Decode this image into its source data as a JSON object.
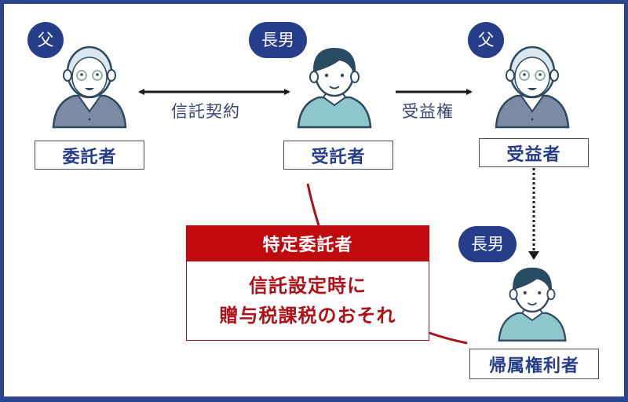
{
  "diagram": {
    "title": "特定委託者 diagram",
    "colors": {
      "frame": "#2b4593",
      "badge": "#263d8a",
      "role_text": "#263d8a",
      "arrow_label": "#3a4377",
      "warning_header": "#c10a0f",
      "warning_text": "#b01018",
      "connector": "#a3141c"
    },
    "nodes": [
      {
        "id": "settlor",
        "badge": "父",
        "badge_shape": "circle",
        "figure": "elderly-man",
        "role": "委託者"
      },
      {
        "id": "trustee",
        "badge": "長男",
        "badge_shape": "pill",
        "figure": "young-man",
        "role": "受託者"
      },
      {
        "id": "beneficiary",
        "badge": "父",
        "badge_shape": "circle",
        "figure": "elderly-man",
        "role": "受益者"
      },
      {
        "id": "residual",
        "badge": "長男",
        "badge_shape": "pill",
        "figure": "young-man",
        "role": "帰属権利者"
      }
    ],
    "edges": [
      {
        "from": "settlor",
        "to": "trustee",
        "label": "信託契約",
        "style": "double-arrow"
      },
      {
        "from": "trustee",
        "to": "beneficiary",
        "label": "受益権",
        "style": "arrow"
      },
      {
        "from": "beneficiary",
        "to": "residual",
        "label": "",
        "style": "dotted-arrow"
      }
    ],
    "callout": {
      "header": "特定委託者",
      "lines": [
        "信託設定時に",
        "贈与税課税のおそれ"
      ]
    }
  }
}
